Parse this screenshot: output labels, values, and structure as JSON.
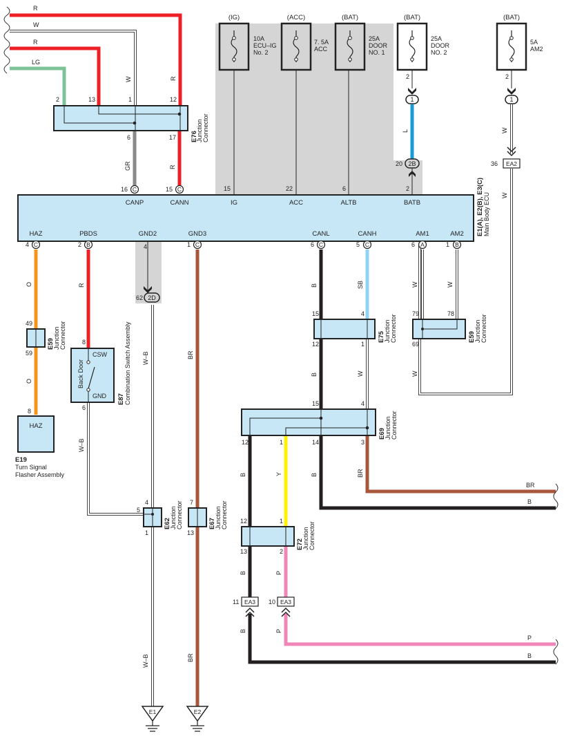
{
  "sources": {
    "ig": "(IG)",
    "acc": "(ACC)",
    "bat1": "(BAT)",
    "bat2": "(BAT)",
    "bat3": "(BAT)"
  },
  "fuses": {
    "f1": [
      "10A",
      "ECU–IG",
      "No. 2"
    ],
    "f2": [
      "7. 5A",
      "ACC"
    ],
    "f3": [
      "25A",
      "DOOR",
      "NO. 1"
    ],
    "f4": [
      "25A",
      "DOOR",
      "NO. 2"
    ],
    "f5": [
      "5A",
      "AM2"
    ]
  },
  "inputs": {
    "r1": "R",
    "w": "W",
    "r2": "R",
    "lg": "LG"
  },
  "e76": {
    "code": "E76",
    "name": [
      "Junction",
      "Connector"
    ],
    "pins": {
      "p2": "2",
      "p13": "13",
      "p1": "1",
      "p12": "12",
      "p6": "6",
      "p17": "17"
    }
  },
  "ecu": {
    "code": "E1(A), E2(B), E3(C)",
    "name": "Main Body ECU",
    "top_terminals": [
      "CANP",
      "CANN",
      "IG",
      "ACC",
      "ALTB",
      "BATB"
    ],
    "top_pins": [
      "16",
      "15",
      "15",
      "22",
      "6",
      "2"
    ],
    "top_conn": [
      "C",
      "C"
    ],
    "bottom_terminals": [
      "HAZ",
      "PBDS",
      "GND2",
      "GND3",
      "CANL",
      "CANH",
      "AM1",
      "AM2"
    ],
    "bottom_pins": [
      "4",
      "2",
      "4",
      "1",
      "6",
      "5",
      "6",
      "1"
    ],
    "bottom_conn": [
      "C",
      "B",
      "C",
      "C",
      "C",
      "A",
      "B"
    ]
  },
  "wire_colors": {
    "gr": "GR",
    "r_cann": "R",
    "w_e76": "W",
    "r_e76": "R",
    "l": "L",
    "w_am2": "W",
    "w_am2b": "W",
    "o1": "O",
    "o2": "O",
    "r_pbds": "R",
    "wb1": "W–B",
    "wb2": "W–B",
    "wb3": "W–B",
    "br1": "BR",
    "br2": "BR",
    "b_canl": "B",
    "b_canl2": "B",
    "sb": "SB",
    "w_canh": "W",
    "w_am1": "W",
    "w_am1b": "W",
    "w_am1c": "W",
    "b_e69_12": "B",
    "y": "Y",
    "b_e69_14": "B",
    "br_e69": "BR",
    "b_e72": "B",
    "p_e72": "P",
    "b_ea3": "B",
    "p_ea3": "P",
    "out_br": "BR",
    "out_b1": "B",
    "out_p": "P",
    "out_b2": "B"
  },
  "inline": {
    "i1": "1",
    "i2": "2B",
    "i2pin": "20",
    "i3": "1",
    "i4": "EA2",
    "i4pin": "36",
    "i5": "2D",
    "i5pin": "62",
    "i6": "EA3",
    "i6pin": "11",
    "i7": "EA3",
    "i7pin": "10",
    "fpin4": "2",
    "fpin5": "2"
  },
  "e59a": {
    "code": "E59",
    "name": [
      "Junction",
      "Connector"
    ],
    "pin_top": "49",
    "pin_bot": "59"
  },
  "e59b": {
    "code": "E59",
    "name": [
      "Junction",
      "Connector"
    ],
    "p79": "79",
    "p78": "78",
    "p69": "69"
  },
  "e75": {
    "code": "E75",
    "name": [
      "Junction",
      "Connector"
    ],
    "p15": "15",
    "p4": "4",
    "p12": "12",
    "p1": "1"
  },
  "e69": {
    "code": "E69",
    "name": [
      "Junction",
      "Connector"
    ],
    "p15": "15",
    "p4": "4",
    "p12": "12",
    "p1": "1",
    "p14": "14",
    "p3": "3"
  },
  "e72": {
    "code": "E72",
    "name": [
      "Junction",
      "Connector"
    ],
    "p12": "12",
    "p1": "1",
    "p13": "13",
    "p2": "2"
  },
  "e62": {
    "code": "E62",
    "name": [
      "Junction",
      "Connector"
    ],
    "p4": "4",
    "p5": "5",
    "p1": "1"
  },
  "e67": {
    "code": "E67",
    "name": [
      "Junction",
      "Connector"
    ],
    "p7": "7",
    "p13": "13"
  },
  "e87": {
    "code": "E87",
    "name": "Combination Switch Assembly",
    "csw": "CSW",
    "gnd": "GND",
    "sw": "Back Door",
    "p8": "8",
    "p6": "6"
  },
  "e19": {
    "code": "E19",
    "term": "HAZ",
    "name": [
      "Turn Signal",
      "Flasher Assembly"
    ],
    "p8": "8"
  },
  "grounds": {
    "g1": "E1",
    "g2": "E2"
  }
}
